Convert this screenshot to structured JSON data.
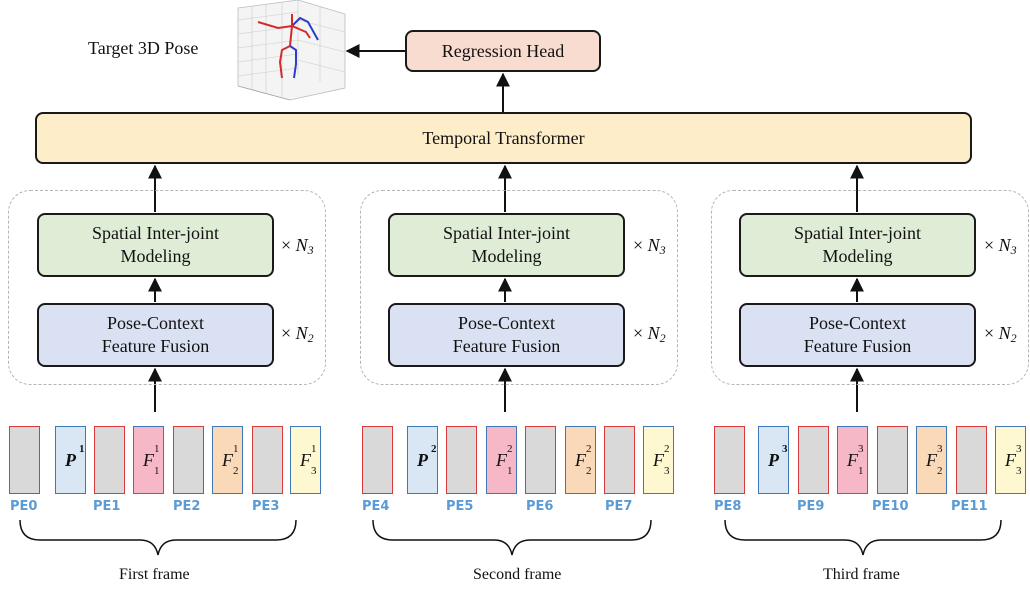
{
  "target_label": "Target 3D Pose",
  "regression_head": "Regression Head",
  "temporal_transformer": "Temporal Transformer",
  "blocks": [
    {
      "spatial_l1": "Spatial Inter-joint",
      "spatial_l2": "Modeling",
      "fusion_l1": "Pose-Context",
      "fusion_l2": "Feature Fusion",
      "mult_spatial": "N",
      "mult_spatial_sub": "3",
      "mult_fusion": "N",
      "mult_fusion_sub": "2",
      "caption": "First frame",
      "pose_token": "P",
      "pose_sup": "1",
      "feat_sup": "1",
      "pe": [
        "PE0",
        "PE1",
        "PE2",
        "PE3"
      ]
    },
    {
      "spatial_l1": "Spatial Inter-joint",
      "spatial_l2": "Modeling",
      "fusion_l1": "Pose-Context",
      "fusion_l2": "Feature Fusion",
      "mult_spatial": "N",
      "mult_spatial_sub": "3",
      "mult_fusion": "N",
      "mult_fusion_sub": "2",
      "caption": "Second frame",
      "pose_token": "P",
      "pose_sup": "2",
      "feat_sup": "2",
      "pe": [
        "PE4",
        "PE5",
        "PE6",
        "PE7"
      ]
    },
    {
      "spatial_l1": "Spatial Inter-joint",
      "spatial_l2": "Modeling",
      "fusion_l1": "Pose-Context",
      "fusion_l2": "Feature Fusion",
      "mult_spatial": "N",
      "mult_spatial_sub": "3",
      "mult_fusion": "N",
      "mult_fusion_sub": "2",
      "caption": "Third frame",
      "pose_token": "P",
      "pose_sup": "3",
      "feat_sup": "3",
      "pe": [
        "PE8",
        "PE9",
        "PE10",
        "PE11"
      ]
    }
  ],
  "feature_token": "F",
  "feature_subs": [
    "1",
    "2",
    "3"
  ],
  "colors": {
    "regression": "#f8dccf",
    "temporal": "#fdedc8",
    "spatial": "#dfedd6",
    "fusion": "#d9e1f3",
    "context_token": "#d9d9d9",
    "pose_token": "#d9e6f4",
    "f1": "#f6b7c7",
    "f2": "#fad9b9",
    "f3": "#fdf8cf",
    "pe_text": "#5b9bd5"
  }
}
